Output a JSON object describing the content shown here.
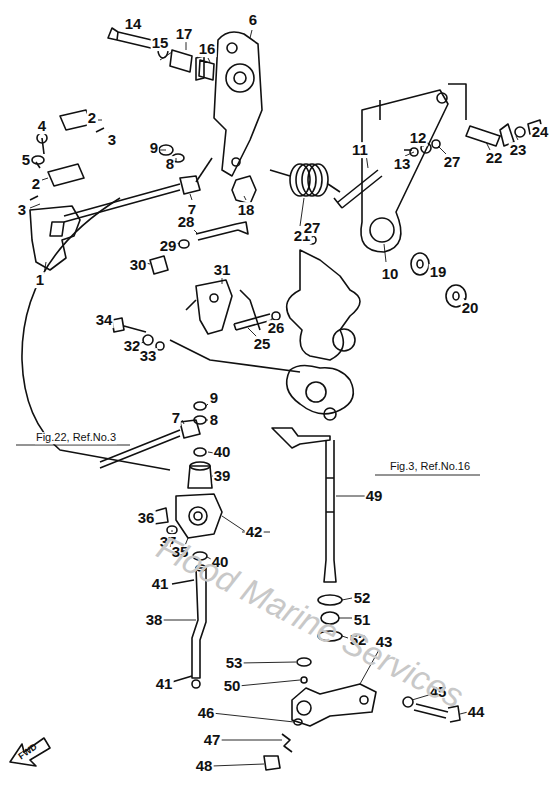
{
  "diagram": {
    "labels": [
      "14",
      "15",
      "17",
      "16",
      "6",
      "2",
      "4",
      "3",
      "5",
      "2",
      "3",
      "1",
      "9",
      "8",
      "7",
      "18",
      "21",
      "11",
      "13",
      "12",
      "27",
      "22",
      "23",
      "24",
      "10",
      "19",
      "20",
      "28",
      "29",
      "30",
      "31",
      "27",
      "26",
      "25",
      "34",
      "32",
      "33",
      "9",
      "8",
      "7",
      "40",
      "39",
      "36",
      "37",
      "35",
      "42",
      "40",
      "41",
      "38",
      "41",
      "49",
      "52",
      "51",
      "52",
      "53",
      "50",
      "43",
      "45",
      "44",
      "46",
      "47",
      "48",
      "Fig.22, Ref.No.3",
      "Fig.3, Ref.No.16",
      "FWD",
      "Flood Marine Services"
    ]
  }
}
